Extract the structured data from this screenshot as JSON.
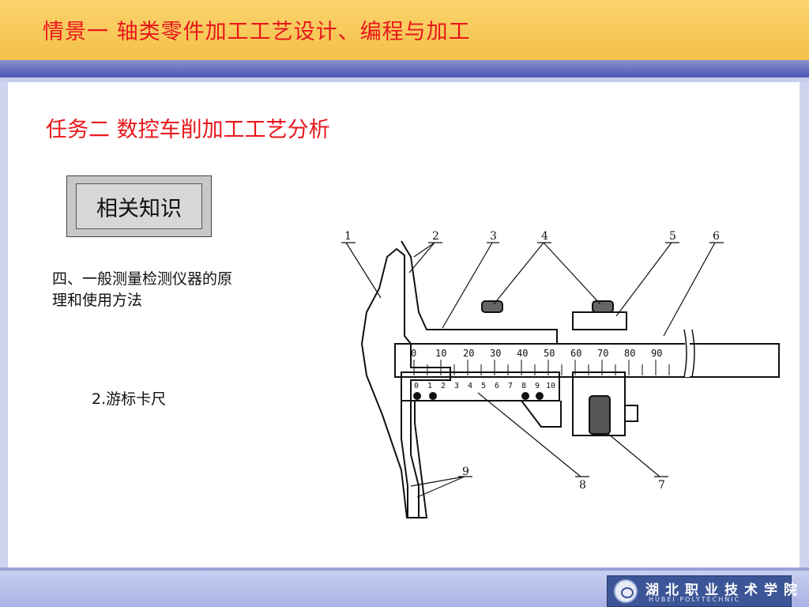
{
  "header": {
    "title": "情景一    轴类零件加工工艺设计、编程与加工"
  },
  "task": {
    "title": "任务二    数控车削加工工艺分析"
  },
  "knowledge_box": {
    "label": "相关知识"
  },
  "section": {
    "heading": "四、一般测量检测仪器的原理和使用方法"
  },
  "caliper": {
    "label": "2.游标卡尺",
    "main_scale": [
      "0",
      "10",
      "20",
      "30",
      "40",
      "50",
      "60",
      "70",
      "80",
      "90"
    ],
    "vernier_scale": [
      "0",
      "1",
      "2",
      "3",
      "4",
      "5",
      "6",
      "7",
      "8",
      "9",
      "10"
    ],
    "callouts": [
      "1",
      "2",
      "3",
      "4",
      "5",
      "6",
      "7",
      "8",
      "9"
    ]
  },
  "footer": {
    "logo_cn": "湖北职业技术学院",
    "logo_en": "HUBEI POLYTECHNIC"
  },
  "colors": {
    "title_red": "#e8161b",
    "header_yellow": "#f3c04a",
    "band_blue": "#4a55b0",
    "logo_blue": "#3c5596"
  }
}
